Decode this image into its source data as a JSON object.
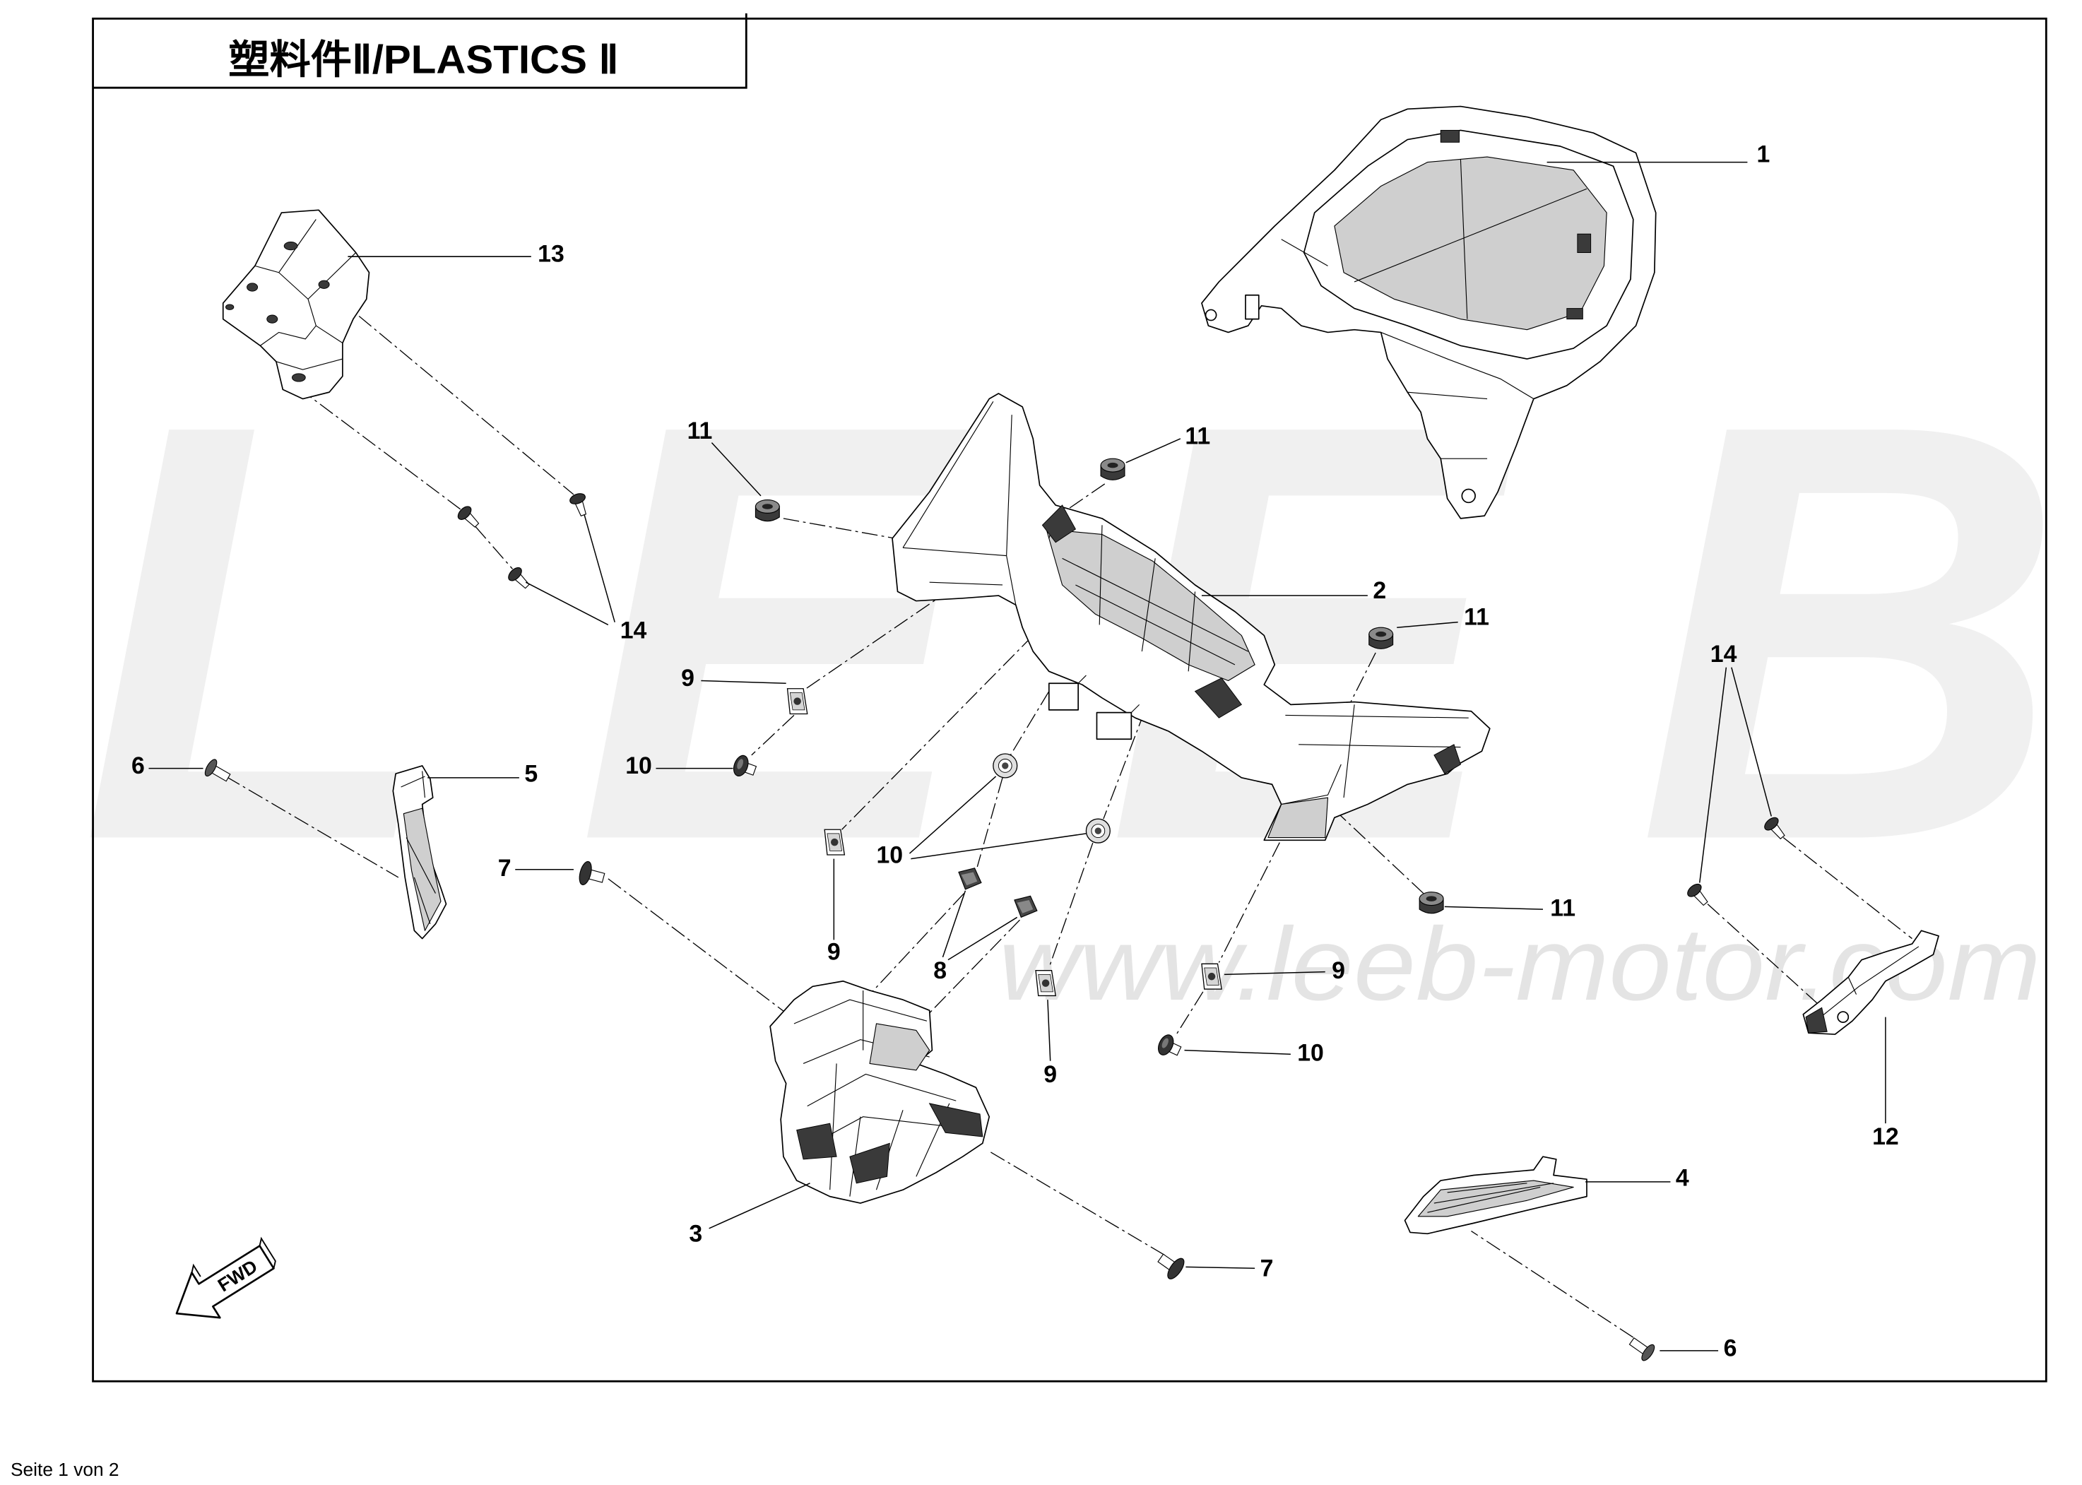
{
  "title": "塑料件Ⅱ/PLASTICS Ⅱ",
  "watermark": {
    "brand": "LEEB",
    "url": "www.leeb-motor.com"
  },
  "fwd_label": "FWD",
  "callouts": [
    "1",
    "13",
    "11",
    "11",
    "2",
    "11",
    "14",
    "9",
    "10",
    "6",
    "5",
    "14",
    "7",
    "10",
    "9",
    "8",
    "9",
    "11",
    "10",
    "9",
    "12",
    "3",
    "4",
    "7",
    "6"
  ],
  "footer": "Seite 1 von 2",
  "colors": {
    "line": "#000000",
    "watermark_brand": "#f0f0f0",
    "watermark_url": "#e4e4e4"
  }
}
